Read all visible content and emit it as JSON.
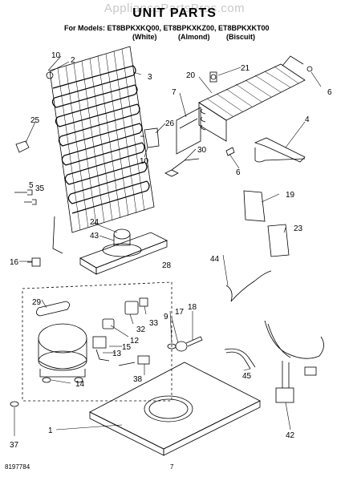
{
  "watermark": "AppliancePartsPros.com",
  "title": "UNIT PARTS",
  "models_line": "For Models: ET8BPKXKQ00, ET8BPKXKZ00, ET8BPKXKT00",
  "colors": [
    "(White)",
    "(Almond)",
    "(Biscuit)"
  ],
  "footer": {
    "doc_number": "8197784",
    "page_number": "7"
  },
  "callouts": [
    "10",
    "2",
    "3",
    "21",
    "20",
    "6",
    "7",
    "4",
    "25",
    "26",
    "30",
    "10",
    "6",
    "5",
    "35",
    "19",
    "24",
    "43",
    "23",
    "16",
    "28",
    "44",
    "29",
    "9",
    "17",
    "18",
    "33",
    "32",
    "12",
    "15",
    "13",
    "38",
    "14",
    "45",
    "1",
    "37",
    "42"
  ]
}
